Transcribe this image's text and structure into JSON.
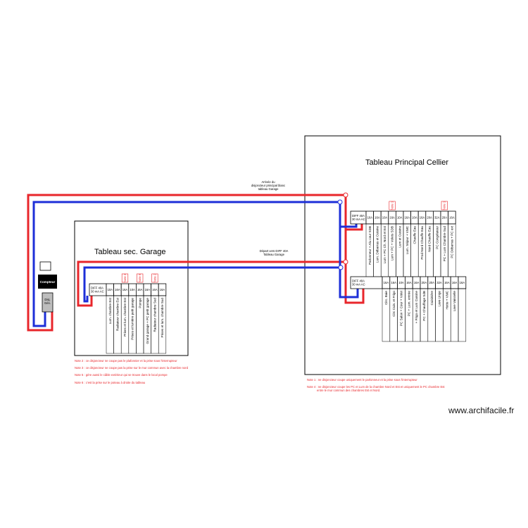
{
  "colors": {
    "phase": "#e8262b",
    "neutral": "#1d2fd8",
    "frame": "#000000",
    "note": "#e8262b"
  },
  "main_panel": {
    "title": "Tableau Principal Cellier",
    "top_row": {
      "main_breaker": [
        "DIFF 40A",
        "30 mA AC"
      ],
      "ratings": [
        "10A",
        "16A",
        "10A",
        "16A",
        "10A",
        "16A",
        "10A",
        "16A",
        "20A",
        "32A",
        "20A",
        "16A"
      ],
      "circuits": [
        "Parlonneur + Alu cour SDB",
        "Lum. Débarras et Cuisine",
        "Lum + PC Ch. Nord et Est",
        "Lum + PC + Volets SDB",
        "Lum et Cuisine",
        "Lum. Séjour + VMC",
        "Chauffe Eau",
        "Prod Nord Chauffe Eau",
        "Nord Chauffe Eau",
        "PC Congélateur",
        "PC + Lum Chambre Sud",
        "PC Débarras + PC ext"
      ],
      "tags": [
        "Note 1",
        "Note 1"
      ]
    },
    "bottom_row": {
      "main_breaker": [
        "DIFF 40A",
        "30 mA AC"
      ],
      "ratings": [
        "16A",
        "16A",
        "10A",
        "16A",
        "16A",
        "20A",
        "20A",
        "32A",
        "16A",
        "16A",
        "16A"
      ],
      "circuits": [
        "Circ. Baie",
        "Circ Cuis. et Frigo",
        "PC Salon + Cour + Volet",
        "PC + Lum. entrée",
        "+ Frigo et Lum Cuisine",
        "PC + Chauffage SdB",
        "Cuisinière",
        "Lave Linge",
        "Hotte + VMC",
        "Lave Vaisselle"
      ]
    },
    "notes": [
      "Note 1 : ne disjoncteur coupe uniquement le parlonneur et la prise sous l'interrupteur",
      "Note 4 : ne disjoncteur coupe les PC et Lum de la chambre Nord et Est et uniquement le PC chambre Est",
      "entre le mur commun des chambres Est et Nord."
    ]
  },
  "garage_panel": {
    "title": "Tableau sec. Garage",
    "main_breaker": [
      "DIFF 40A",
      "30 mA AC"
    ],
    "ratings": [
      "10A",
      "16A",
      "16A",
      "10A",
      "16A",
      "16A",
      "16A",
      "16A"
    ],
    "circuits": [
      "Lum. chambre Est",
      "Radiateur chambre Est",
      "Prises et lum. chambre Est",
      "Prises et lumière petit garage",
      "Pompe",
      "Grand garage + PC petit garage",
      "Radiateur chambre Sud",
      "Prises et lum. chambre Sud"
    ],
    "tags": [
      "Note 3",
      "Note 5",
      "Note 2"
    ],
    "notes": [
      "Note 2 : ce disjoncteur ne coupe pas le plafonnier et la prise sous l'interrupteur",
      "Note 3 : ce disjoncteur ne coupe pas la prise sur le mur commun avec la chambre nord",
      "Note 5 : gère aussi le câble extérieur qui se trouve dans le local pompe",
      "Note 6 : c'est la prise sur le poteau à droite du tableau"
    ]
  },
  "meter": {
    "label": "Compteur",
    "breaker_label": [
      "Disj.",
      "Gén."
    ]
  },
  "annotations": {
    "top_link": [
      "Arrivée du",
      "disjoncteur principal blanc",
      "tableau Garage"
    ],
    "mid_link": [
      "Départ vers DIFF 40A",
      "Tableau Garage"
    ]
  },
  "watermark": "www.archifacile.fr"
}
